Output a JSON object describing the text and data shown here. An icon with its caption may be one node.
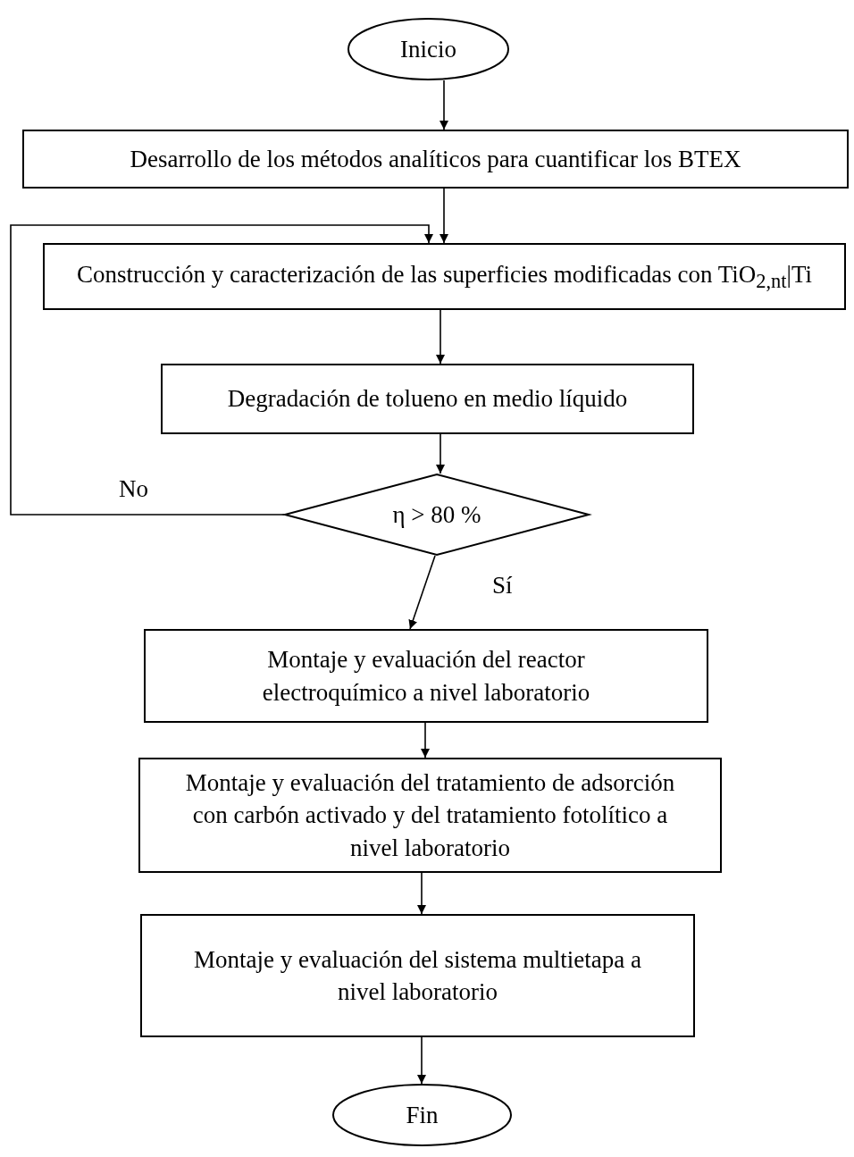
{
  "diagram": {
    "nodes": [
      {
        "text": [
          "Inicio"
        ]
      },
      {
        "text": [
          "Desarrollo de los métodos analíticos para cuantificar los BTEX"
        ]
      },
      {
        "text": [
          "Construcción y caracterización de las superficies modificadas con TiO$_{2,nt}$|Ti"
        ]
      },
      {
        "text": [
          "Degradación de tolueno en medio líquido"
        ]
      },
      {
        "text": [
          "η > 80 %"
        ]
      },
      {
        "text": [
          "Montaje y evaluación del reactor electroquímico a nivel laboratorio"
        ]
      },
      {
        "text": [
          "Montaje y evaluación del tratamiento de adsorción con carbón activado y del tratamiento fotolítico a nivel laboratorio"
        ]
      },
      {
        "text": [
          "Montaje y evaluación del sistema multietapa a nivel laboratorio"
        ]
      },
      {
        "text": [
          "Fin"
        ]
      }
    ],
    "edges": [
      {
        "from": 0,
        "to": 1,
        "arrow": "to"
      },
      {
        "from": 1,
        "to": 2,
        "arrow": "to"
      },
      {
        "from": 2,
        "to": 3,
        "arrow": "to"
      },
      {
        "from": 3,
        "to": 4,
        "arrow": "to"
      },
      {
        "from": 4,
        "to": 2,
        "arrow": "to",
        "label": "No"
      },
      {
        "from": 4,
        "to": 5,
        "arrow": "to",
        "label": "Sí"
      },
      {
        "from": 5,
        "to": 6,
        "arrow": "to"
      },
      {
        "from": 6,
        "to": 7,
        "arrow": "to"
      },
      {
        "from": 7,
        "to": 8,
        "arrow": "to"
      }
    ]
  }
}
